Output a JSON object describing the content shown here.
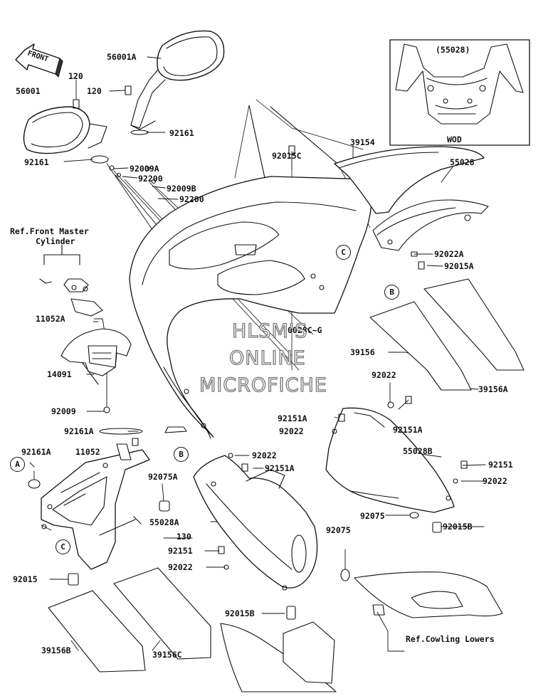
{
  "front_arrow": {
    "label": "FRONT"
  },
  "wod_box": {
    "part": "(55028)",
    "caption": "WOD"
  },
  "ref_front_master": {
    "line1": "Ref.Front Master",
    "line2": "Cylinder"
  },
  "ref_cowling": {
    "label": "Ref.Cowling Lowers"
  },
  "watermark": {
    "line1": "HLSM'S",
    "line2": "ONLINE",
    "line3": "MICROFICHE"
  },
  "obscured_label": "0028C~G",
  "callouts": {
    "a1": "A",
    "b1": "B",
    "b2": "B",
    "c1": "C",
    "c2": "C"
  },
  "parts": {
    "p56001A": "56001A",
    "p120a": "120",
    "p120b": "120",
    "p56001": "56001",
    "p92161a": "92161",
    "p92161b": "92161",
    "p92009A": "92009A",
    "p92200a": "92200",
    "p92009B": "92009B",
    "p92200b": "92200",
    "p92015C": "92015C",
    "p39154": "39154",
    "p55028": "55028",
    "p92022A": "92022A",
    "p92015A": "92015A",
    "p11052A": "11052A",
    "p39156": "39156",
    "p14091": "14091",
    "p39156A": "39156A",
    "p92022a": "92022",
    "p92151Aa": "92151A",
    "p92151Ab": "92151A",
    "p92009": "92009",
    "p92022b": "92022",
    "p92161A_top": "92161A",
    "p92161A": "92161A",
    "p11052": "11052",
    "p92022c": "92022",
    "p55028B": "55028B",
    "p92151Ac": "92151A",
    "p92151a": "92151",
    "p92075A": "92075A",
    "p92022d": "92022",
    "p55028A": "55028A",
    "p130": "130",
    "p92075a": "92075",
    "p92075b": "92075",
    "p92015B_right": "92015B",
    "p92151b": "92151",
    "p92022e": "92022",
    "p92015": "92015",
    "p92015B": "92015B",
    "p39156B": "39156B",
    "p39156C": "39156C"
  }
}
